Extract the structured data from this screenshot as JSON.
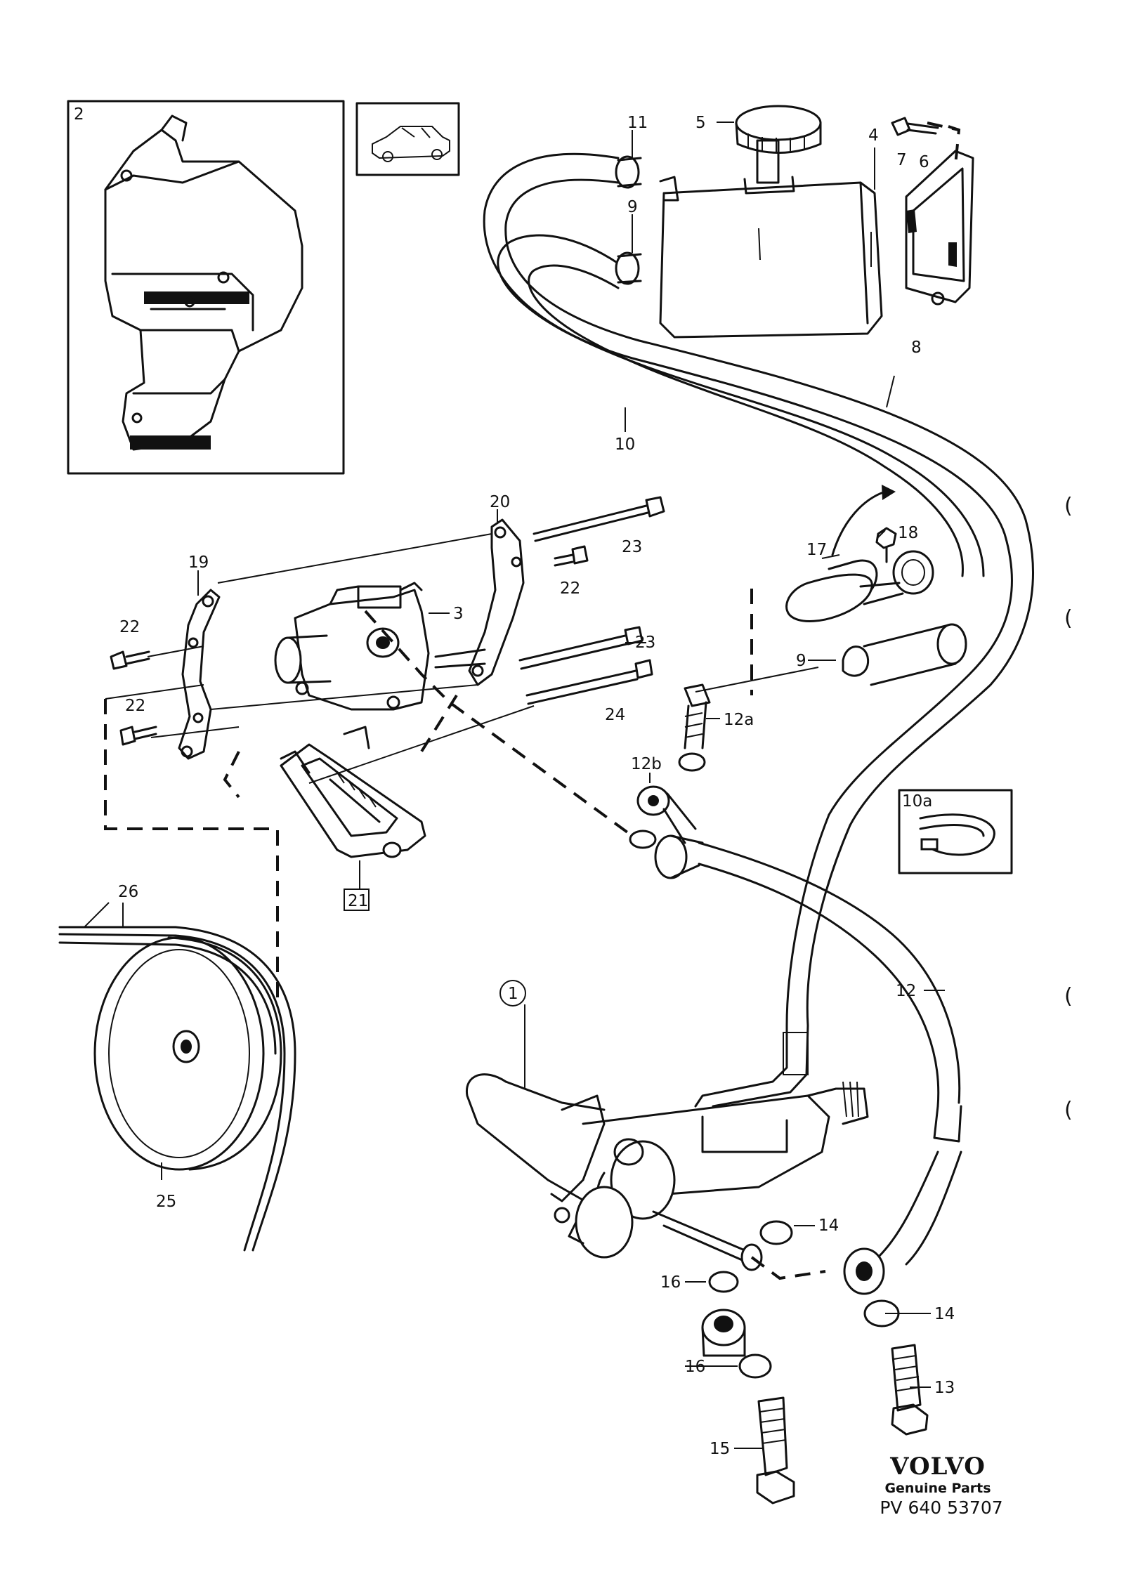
{
  "brand": {
    "logo_text": "VOLVO",
    "subtitle": "Genuine Parts",
    "diagram_code": "PV 640 53707"
  },
  "callouts": {
    "c1": "1",
    "c2": "2",
    "c3": "3",
    "c4": "4",
    "c5": "5",
    "c6": "6",
    "c7": "7",
    "c8": "8",
    "c9a": "9",
    "c9b": "9",
    "c10": "10",
    "c10a": "10a",
    "c11": "11",
    "c12": "12",
    "c12a": "12a",
    "c12b": "12b",
    "c13": "13",
    "c14a": "14",
    "c14b": "14",
    "c15": "15",
    "c16a": "16",
    "c16b": "16",
    "c17": "17",
    "c18": "18",
    "c19": "19",
    "c20": "20",
    "c21": "21",
    "c22a": "22",
    "c22b": "22",
    "c22c": "22",
    "c23a": "23",
    "c23b": "23",
    "c24": "24",
    "c25": "25",
    "c26": "26"
  },
  "margin_marks": [
    "(",
    "(",
    "(",
    "("
  ]
}
